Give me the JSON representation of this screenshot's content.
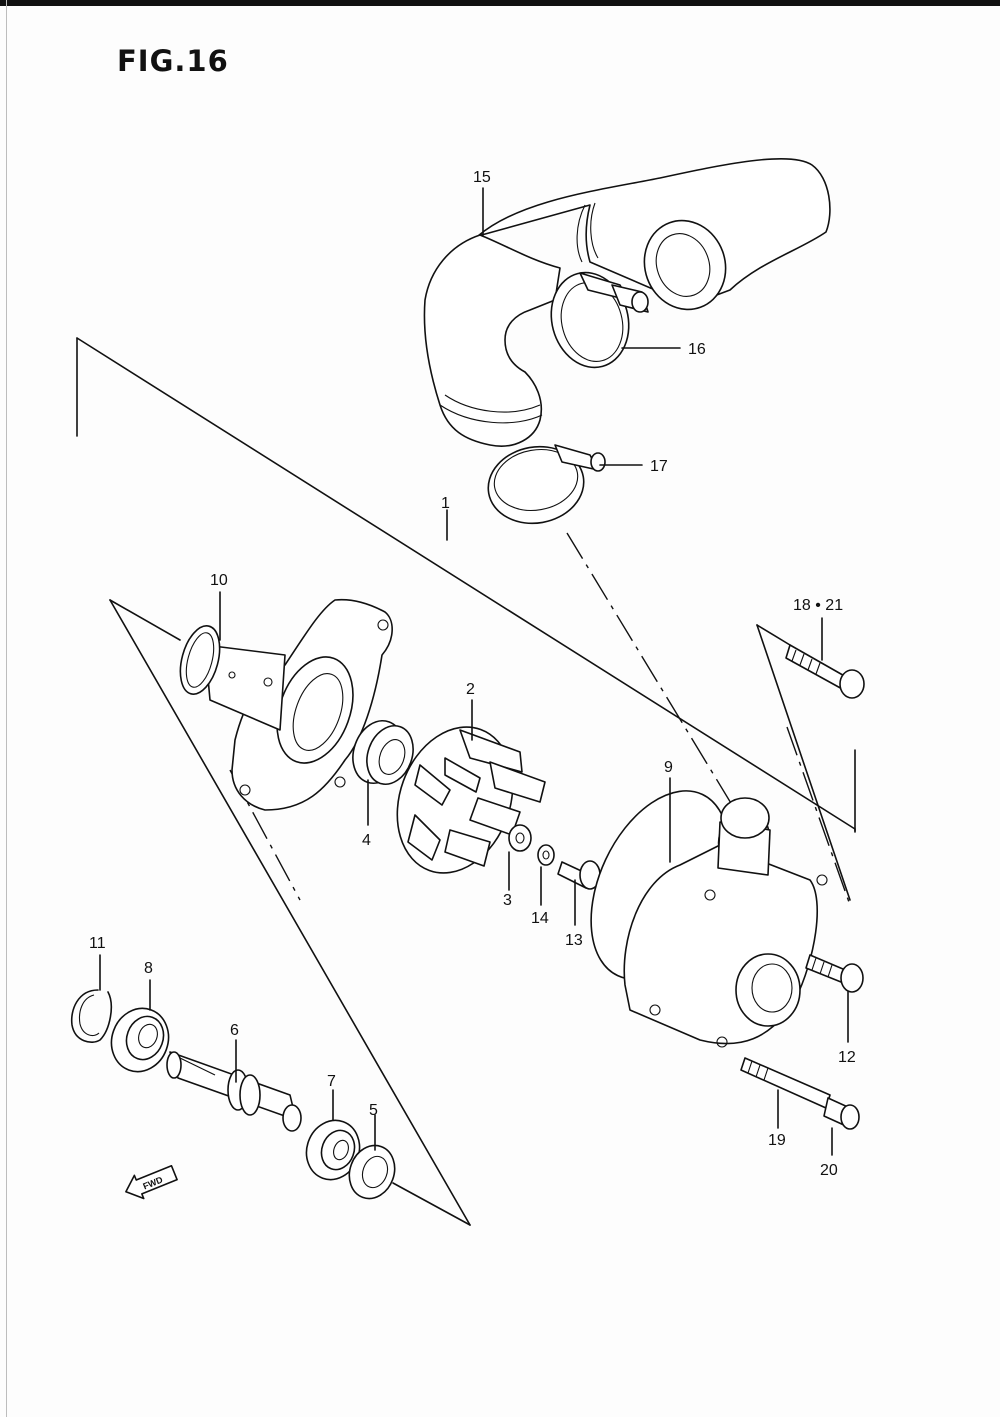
{
  "figure": {
    "title": "FIG.16"
  },
  "callouts": [
    {
      "id": "p1",
      "label": "1"
    },
    {
      "id": "p2",
      "label": "2"
    },
    {
      "id": "p3",
      "label": "3"
    },
    {
      "id": "p4",
      "label": "4"
    },
    {
      "id": "p5",
      "label": "5"
    },
    {
      "id": "p6",
      "label": "6"
    },
    {
      "id": "p7",
      "label": "7"
    },
    {
      "id": "p8",
      "label": "8"
    },
    {
      "id": "p9",
      "label": "9"
    },
    {
      "id": "p10",
      "label": "10"
    },
    {
      "id": "p11",
      "label": "11"
    },
    {
      "id": "p12",
      "label": "12"
    },
    {
      "id": "p13",
      "label": "13"
    },
    {
      "id": "p14",
      "label": "14"
    },
    {
      "id": "p15",
      "label": "15"
    },
    {
      "id": "p16",
      "label": "16"
    },
    {
      "id": "p17",
      "label": "17"
    },
    {
      "id": "p18",
      "label": "18 • 21"
    },
    {
      "id": "p19",
      "label": "19"
    },
    {
      "id": "p20",
      "label": "20"
    }
  ],
  "fwd_arrow": {
    "label": "FWD"
  }
}
